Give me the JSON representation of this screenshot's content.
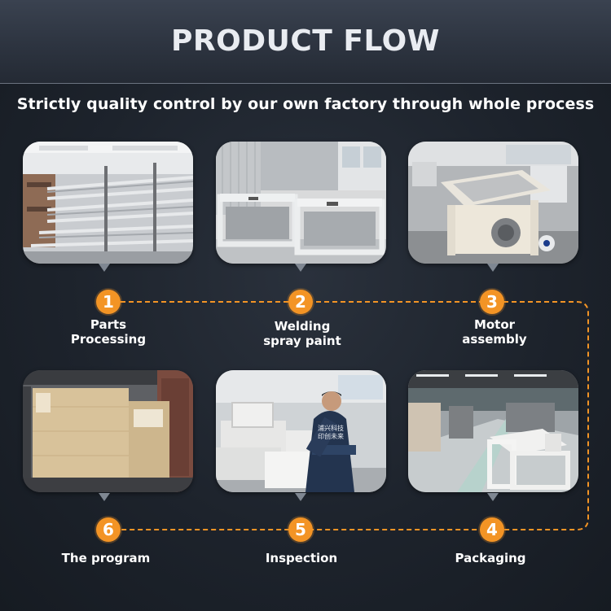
{
  "header": {
    "title": "PRODUCT FLOW"
  },
  "subtitle": "Strictly quality control by our own factory through whole process",
  "colors": {
    "accent": "#f39425",
    "background": "#1c222c",
    "header": "#2d3440"
  },
  "steps": [
    {
      "number": "1",
      "line1": "Parts",
      "line2": "Processing",
      "photo": "aluminum-profiles-rack"
    },
    {
      "number": "2",
      "line1": "Welding",
      "line2": "spray paint",
      "photo": "welded-frames"
    },
    {
      "number": "3",
      "line1": "Motor",
      "line2": "assembly",
      "photo": "motor-assembly-machine"
    },
    {
      "number": "4",
      "line1": "Packaging",
      "line2": "",
      "photo": "factory-floor-packaging"
    },
    {
      "number": "5",
      "line1": "Inspection",
      "line2": "",
      "photo": "worker-inspecting-machine"
    },
    {
      "number": "6",
      "line1": "The program",
      "line2": "",
      "photo": "wooden-crates-in-truck"
    }
  ],
  "worker_jacket": {
    "line1": "浦兴科技",
    "line2": "印创未来"
  }
}
